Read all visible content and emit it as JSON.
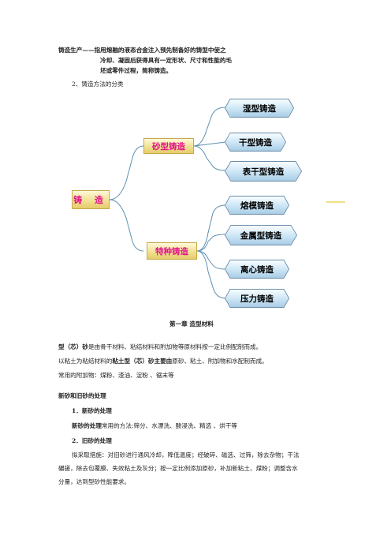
{
  "definition": {
    "line1": "铸造生产——指用熔融的液态合金注入预先制备好的铸型中使之",
    "line2": "冷却、凝固后获得具有一定形状、尺寸和性能的毛",
    "line3": "坯或零件过程，简称铸造。"
  },
  "section_heading": "2、铸造方法的分类",
  "diagram": {
    "root": "铸  造",
    "sand_casting": "砂型铸造",
    "special_casting": "特种铸造",
    "sand_children": [
      "湿型铸造",
      "干型铸造",
      "表干型铸造"
    ],
    "special_children": [
      "熔模铸造",
      "金属型铸造",
      "离心铸造",
      "压力铸造"
    ]
  },
  "chapter_title": "第一章  造型材料",
  "paragraphs": {
    "p1_bold": "型（芯）砂",
    "p1_rest": "是由骨干材料、粘结材料和附加物等原材料按一定比例配制而成。",
    "p2_pre": "以粘土为粘结材料的",
    "p2_bold": "粘土型（芯）砂主要由",
    "p2_rest": "原砂、粘土、附加物和水配制而成。",
    "p3": "常用的附加物：煤粉、渣油、淀粉 、锯末等"
  },
  "new_old_sand": {
    "heading": "新砂和旧砂的处理",
    "sub1": "1．新砂的处理",
    "sub1_bold": "新砂的处理",
    "sub1_rest": "常用的方法:筛分、水漂洗、酸浸洗、精选 、烘干等",
    "sub2": "2．旧砂的处理",
    "para_line1": "拟采取措施：对旧砂进行通风冷却，降低温度；经破碎、磁选、过筛，除去杂物；干法",
    "para_line2": "碾搓，除去包覆膜、失效粘土及灰分；按一定比例添加原砂，补加新粘土、煤粉；调整含水",
    "para_line3": "分量，达到型砂性能要求。"
  },
  "colors": {
    "accent_pink": "#e0158a",
    "node_blue": "#cfe7f6",
    "node_gold": "#f4e39a",
    "line_blue": "#5b8fb0",
    "margin_line": "#e8c200"
  }
}
